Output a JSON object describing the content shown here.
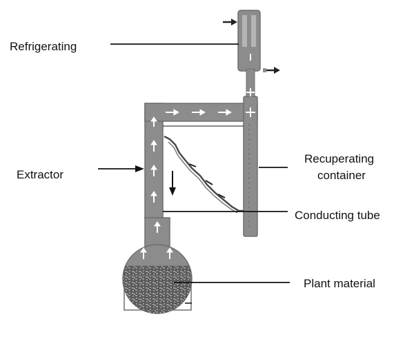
{
  "labels": {
    "refrigerating": "Refrigerating",
    "extractor": "Extractor",
    "recuperating_line1": "Recuperating",
    "recuperating_line2": "container",
    "conducting_tube": "Conducting tube",
    "plant_material": "Plant material"
  },
  "colors": {
    "apparatus": "#8c8c8c",
    "apparatus_dark": "#6e6e6e",
    "flask_fill": "#bdbdbd",
    "plant_material": "#5a5a5a",
    "flow_arrows": "#ffffff",
    "leader_lines": "#111111"
  },
  "icons": [
    "flow-arrow-icon",
    "coolant-in-arrow-icon",
    "coolant-out-arrow-icon"
  ]
}
